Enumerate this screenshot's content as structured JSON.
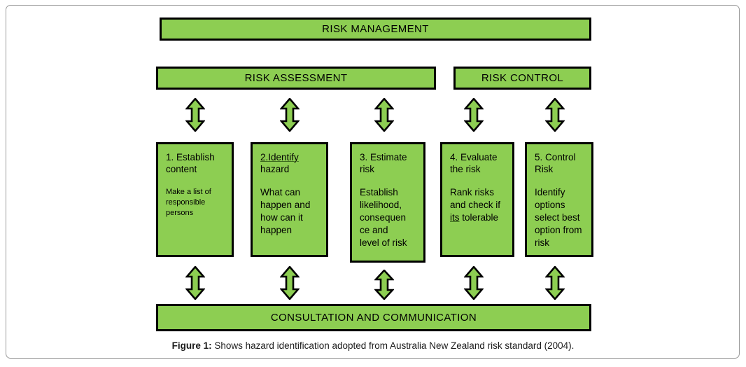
{
  "figure": {
    "top_bar": {
      "label": "RISK MANAGEMENT"
    },
    "section_bars": [
      {
        "label": "RISK ASSESSMENT"
      },
      {
        "label": "RISK CONTROL"
      }
    ],
    "bottom_bar": {
      "label": "CONSULTATION AND COMMUNICATION"
    },
    "steps": [
      {
        "title": "1. Establish\ncontent",
        "body": "Make a list of\nresponsible\npersons",
        "misspelled": ""
      },
      {
        "title": "2.Identify",
        "title_rest": "\nhazard",
        "body": "What can\nhappen and\nhow can it\nhappen",
        "misspelled": "2.Identify"
      },
      {
        "title": "3. Estimate\nrisk",
        "body": "Establish\nlikelihood,\nconsequen\nce and\nlevel of risk",
        "misspelled": ""
      },
      {
        "title": "4. Evaluate\nthe risk",
        "body_lead": "Rank risks\nand check if\n",
        "body_misspelled": "its",
        "body_tail": " tolerable",
        "body": "Rank risks\nand check if\nits tolerable",
        "misspelled": "its"
      },
      {
        "title": "5. Control\nRisk",
        "body": "Identify\noptions\nselect best\noption from\nrisk",
        "misspelled": ""
      }
    ],
    "arrows": {
      "type": "double-headed-vertical",
      "top_row_count": 5,
      "bottom_row_count": 5
    },
    "caption": {
      "prefix": "Figure 1:",
      "text": " Shows hazard identification adopted from Australia New Zealand risk standard (2004)."
    },
    "colors": {
      "green_fill": "#8DCE52",
      "outline": "#000000",
      "frame_border": "#9a9a9a",
      "spellcheck_underline": "#3d6b1f",
      "page_background": "#ffffff"
    }
  }
}
